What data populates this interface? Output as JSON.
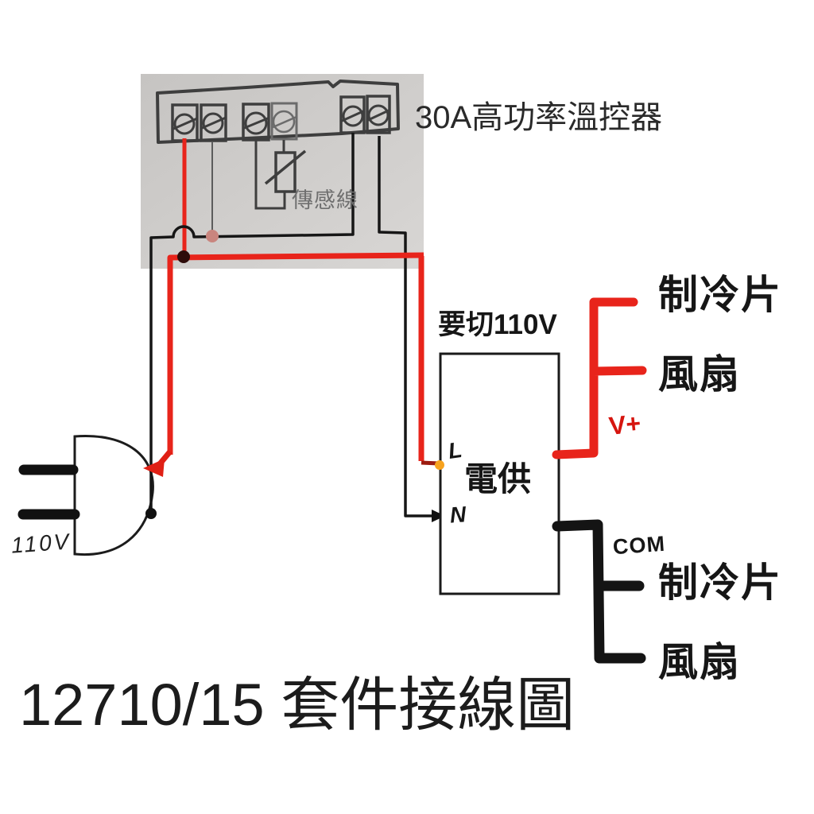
{
  "title": "12710/15 套件接線圖",
  "controller": {
    "label": "30A高功率溫控器",
    "sensor_label": "傳感線"
  },
  "power_supply": {
    "warning_label": "要切110V",
    "name": "電供",
    "live_terminal": "L",
    "neutral_terminal": "N",
    "positive_output": "V+",
    "common_output": "COM"
  },
  "plug": {
    "voltage_label": "110V"
  },
  "loads": {
    "positive": [
      "制冷片",
      "風扇"
    ],
    "common": [
      "制冷片",
      "風扇"
    ]
  },
  "colors": {
    "live_wire": "#e8241b",
    "live_wire_dark": "#9b1c10",
    "neutral_wire": "#161616",
    "l_terminal_dot": "#f7a21d",
    "junction_dot": "#2e0c0a",
    "sensor_junction_dot": "#c9857e",
    "photo_outline": "#3e3e3e"
  }
}
